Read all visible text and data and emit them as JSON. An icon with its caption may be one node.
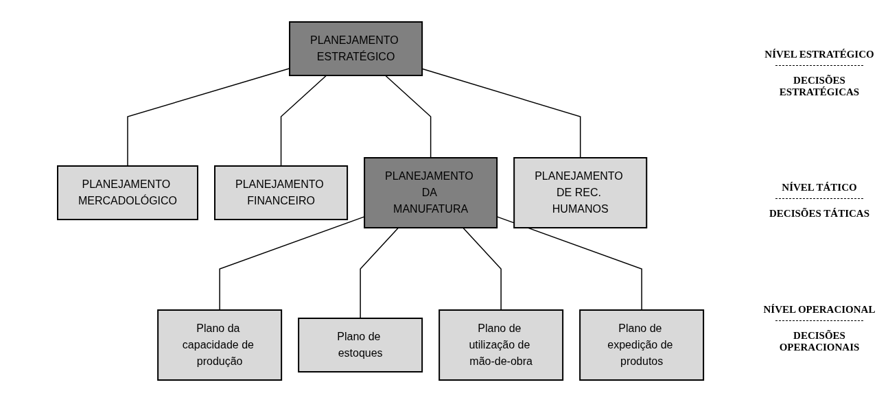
{
  "diagram": {
    "nodes": [
      {
        "text": [
          "PLANEJAMENTO ESTRATÉGICO"
        ]
      },
      {
        "text": [
          "PLANEJAMENTO MERCADOLÓGICO"
        ]
      },
      {
        "text": [
          "PLANEJAMENTO FINANCEIRO"
        ]
      },
      {
        "text": [
          "PLANEJAMENTO DA MANUFATURA"
        ]
      },
      {
        "text": [
          "PLANEJAMENTO DE REC. HUMANOS"
        ]
      },
      {
        "text": [
          "Plano da capacidade de produção"
        ]
      },
      {
        "text": [
          "Plano de estoques"
        ]
      },
      {
        "text": [
          "Plano de utilização de mão-de-obra"
        ]
      },
      {
        "text": [
          "Plano de expedição de produtos"
        ]
      }
    ],
    "edges": [
      {
        "from": 0,
        "to": 1,
        "arrow": "none"
      },
      {
        "from": 0,
        "to": 2,
        "arrow": "none"
      },
      {
        "from": 0,
        "to": 3,
        "arrow": "none"
      },
      {
        "from": 0,
        "to": 4,
        "arrow": "none"
      },
      {
        "from": 3,
        "to": 5,
        "arrow": "none"
      },
      {
        "from": 3,
        "to": 6,
        "arrow": "none"
      },
      {
        "from": 3,
        "to": 7,
        "arrow": "none"
      },
      {
        "from": 3,
        "to": 8,
        "arrow": "none"
      }
    ],
    "labels": [
      "NÍVEL ESTRATÉGICO",
      "DECISÕES ESTRATÉGICAS",
      "NÍVEL TÁTICO",
      "DECISÕES TÁTICAS",
      "NÍVEL OPERACIONAL",
      "DECISÕES OPERACIONAIS"
    ]
  }
}
